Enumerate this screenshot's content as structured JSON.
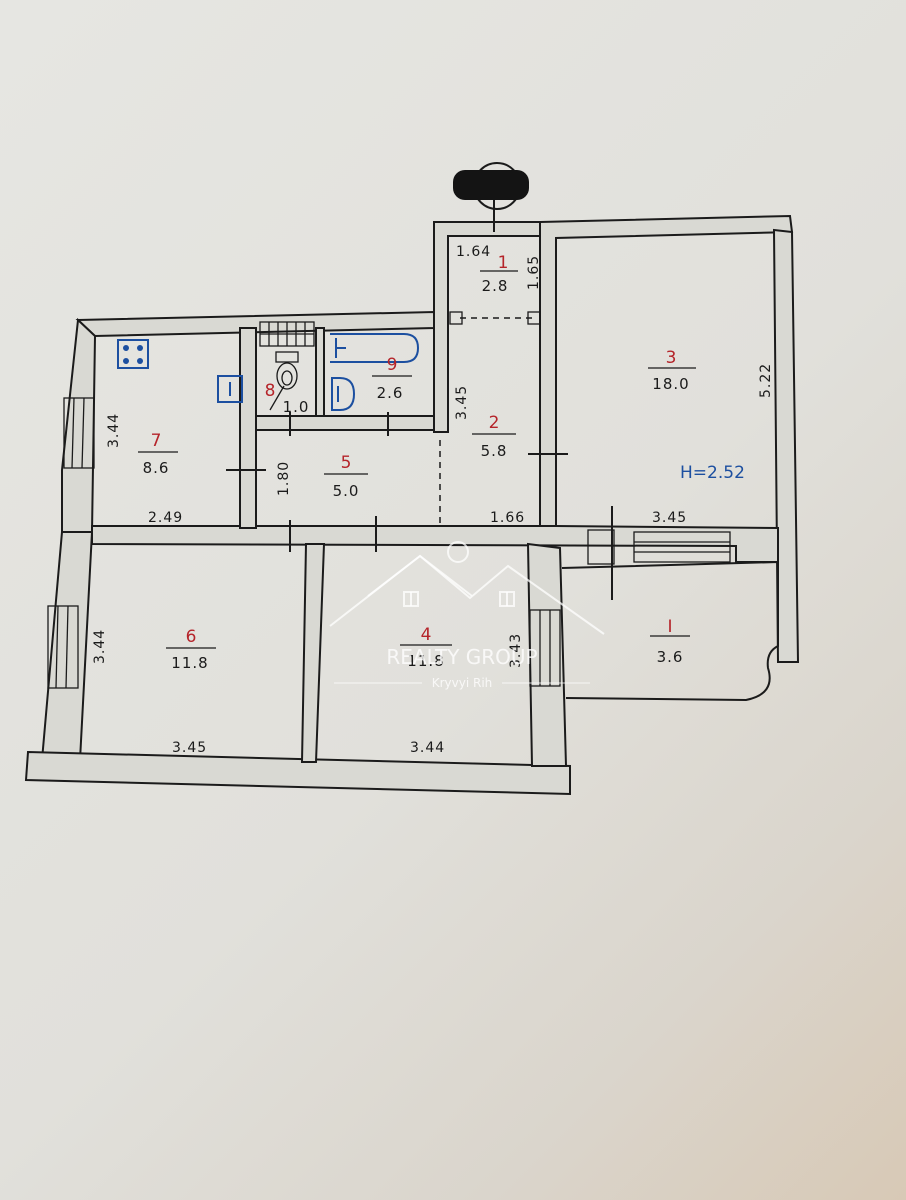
{
  "rooms": [
    {
      "id": "1",
      "area": "2.8"
    },
    {
      "id": "2",
      "area": "5.8"
    },
    {
      "id": "3",
      "area": "18.0"
    },
    {
      "id": "4",
      "area": "11.8"
    },
    {
      "id": "5",
      "area": "5.0"
    },
    {
      "id": "6",
      "area": "11.8"
    },
    {
      "id": "7",
      "area": "8.6"
    },
    {
      "id": "8",
      "area": "1.0"
    },
    {
      "id": "9",
      "area": "2.6"
    },
    {
      "id": "I",
      "area": "3.6"
    }
  ],
  "dimensions": {
    "room1_width": "1.64",
    "room1_length": "1.65",
    "room2_length": "3.45",
    "room2_width": "1.66",
    "room3_length": "5.22",
    "room3_width": "3.45",
    "room4_length": "3.43",
    "room4_width": "3.44",
    "room5_length": "1.80",
    "room6_length": "3.44",
    "room6_width": "3.45",
    "room7_length": "3.44",
    "room7_width": "2.49"
  },
  "ceiling_height": "H=2.52",
  "watermark": {
    "brand": "REALTY GROUP",
    "city": "Kryvyi Rih"
  },
  "colors": {
    "room_number": "#b5242a",
    "fixtures": "#1c4fa0",
    "walls": "#1b1b1b"
  }
}
